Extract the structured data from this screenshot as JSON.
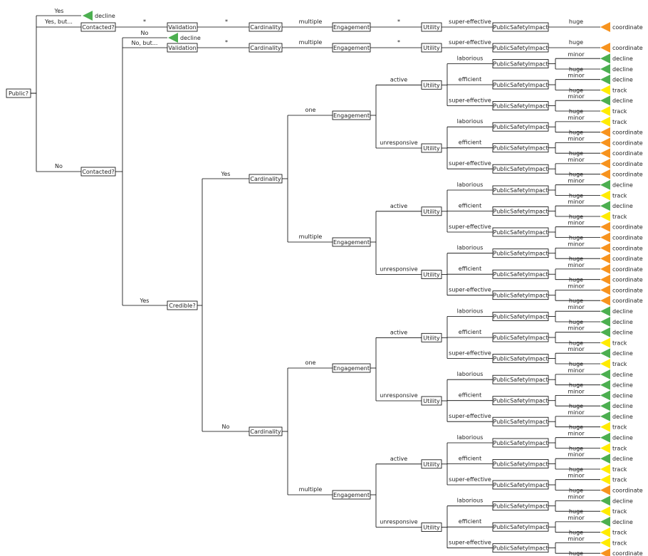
{
  "root": "Public?",
  "nodes": {
    "contacted": "Contacted?",
    "credible": "Credible?",
    "validation": "Validation",
    "cardinality": "Cardinality",
    "engagement": "Engagement",
    "utility": "Utility",
    "impact": "PublicSafetyImpact"
  },
  "edge_labels": {
    "yes": "Yes",
    "yes_but": "Yes, but...",
    "no": "No",
    "no_but": "No, but...",
    "any": "*",
    "one": "one",
    "multiple": "multiple",
    "active": "active",
    "unresponsive": "unresponsive",
    "laborious": "laborious",
    "efficient": "efficient",
    "super_effective": "super-effective",
    "minor": "minor",
    "huge": "huge"
  },
  "outcomes": {
    "decline": "decline",
    "track": "track",
    "coordinate": "coordinate"
  },
  "colors": {
    "decline": "#4caf50",
    "track": "#ffeb00",
    "coordinate": "#f7931e"
  },
  "leaf_outcomes": {
    "credible_yes_one": [
      "decline",
      "decline",
      "decline",
      "track",
      "decline",
      "track",
      "track",
      "coordinate",
      "coordinate",
      "coordinate",
      "coordinate",
      "coordinate"
    ],
    "credible_yes_multiple": [
      "decline",
      "track",
      "decline",
      "track",
      "coordinate",
      "coordinate",
      "coordinate",
      "coordinate",
      "coordinate",
      "coordinate",
      "coordinate",
      "coordinate"
    ],
    "credible_no_one": [
      "decline",
      "decline",
      "decline",
      "track",
      "decline",
      "track",
      "decline",
      "decline",
      "decline",
      "decline",
      "decline",
      "track"
    ],
    "credible_no_multiple": [
      "decline",
      "track",
      "decline",
      "track",
      "track",
      "coordinate",
      "decline",
      "track",
      "decline",
      "track",
      "track",
      "coordinate"
    ]
  }
}
